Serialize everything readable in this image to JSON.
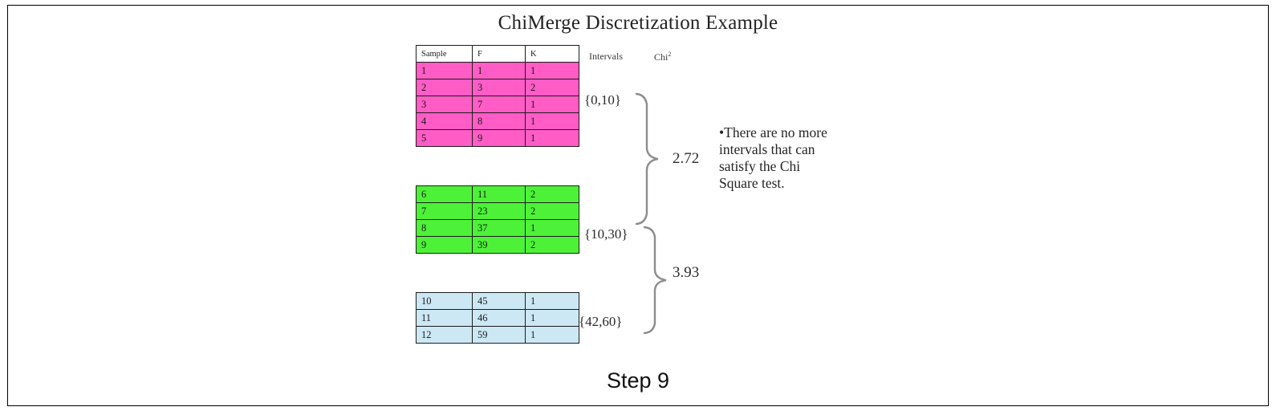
{
  "slide": {
    "title": "ChiMerge Discretization Example",
    "step_caption": "Step 9"
  },
  "table": {
    "columns": [
      "Sample",
      "F",
      "K"
    ],
    "groups": [
      {
        "name": "pink-group",
        "color": "#ff5cc6",
        "interval": "{0,10}",
        "rows": [
          [
            "1",
            "1",
            "1"
          ],
          [
            "2",
            "3",
            "2"
          ],
          [
            "3",
            "7",
            "1"
          ],
          [
            "4",
            "8",
            "1"
          ],
          [
            "5",
            "9",
            "1"
          ]
        ]
      },
      {
        "name": "green-group",
        "color": "#4df238",
        "interval": "{10,30}",
        "rows": [
          [
            "6",
            "11",
            "2"
          ],
          [
            "7",
            "23",
            "2"
          ],
          [
            "8",
            "37",
            "1"
          ],
          [
            "9",
            "39",
            "2"
          ]
        ]
      },
      {
        "name": "blue-group",
        "color": "#cde8f5",
        "interval": "{42,60}",
        "rows": [
          [
            "10",
            "45",
            "1"
          ],
          [
            "11",
            "46",
            "1"
          ],
          [
            "12",
            "59",
            "1"
          ]
        ]
      }
    ]
  },
  "captions": {
    "intervals": "Intervals",
    "chi": "Chi",
    "chi_superscript": "2"
  },
  "chi_values": [
    {
      "name": "chi-0-10-vs-10-30",
      "value": "2.72"
    },
    {
      "name": "chi-10-30-vs-42-60",
      "value": "3.93"
    }
  ],
  "note": {
    "lines": [
      "•There are no more",
      "intervals that can",
      "satisfy the Chi",
      "Square test."
    ]
  },
  "colors": {
    "pink": "#ff5cc6",
    "green": "#4df238",
    "blue": "#cde8f5",
    "border": "#000000",
    "text": "#1a1a1a"
  }
}
